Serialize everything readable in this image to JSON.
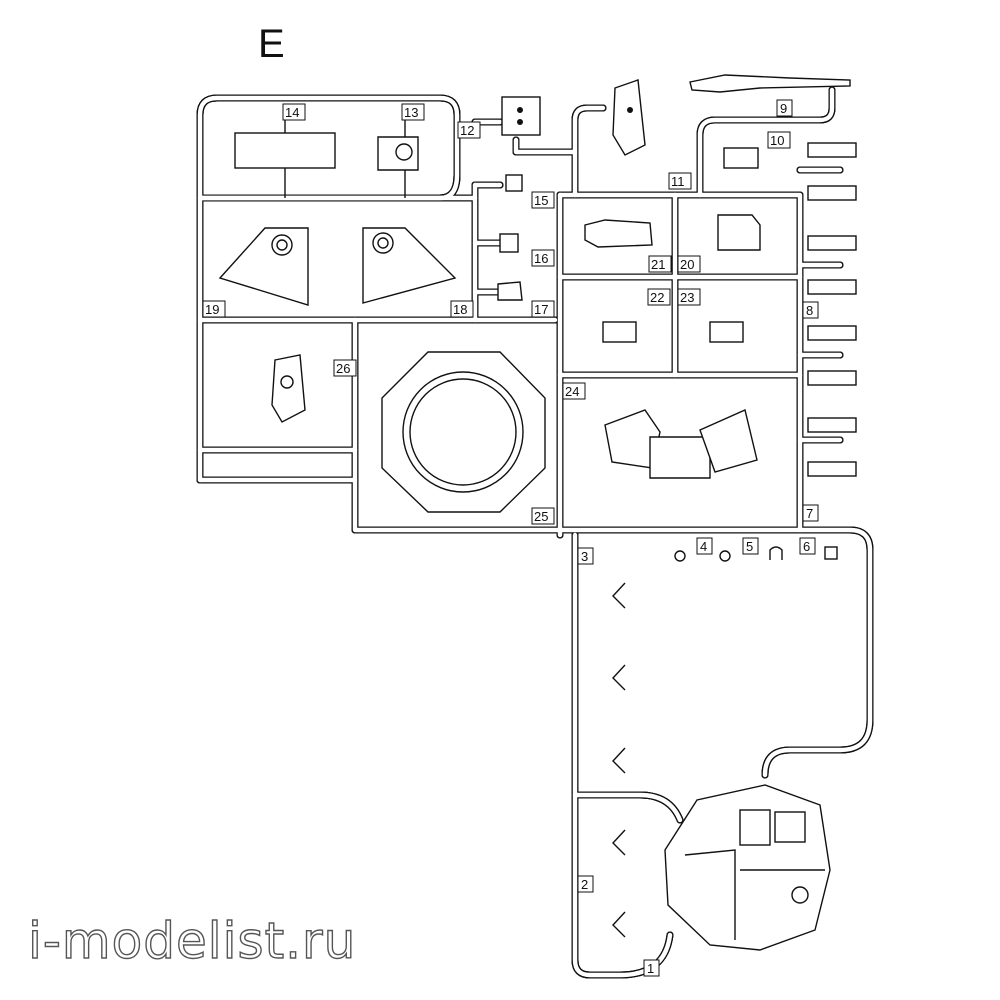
{
  "sprue_letter": "E",
  "part_numbers": [
    "1",
    "2",
    "3",
    "4",
    "5",
    "6",
    "7",
    "8",
    "9",
    "10",
    "11",
    "12",
    "13",
    "14",
    "15",
    "16",
    "17",
    "18",
    "19",
    "20",
    "21",
    "22",
    "23",
    "24",
    "25",
    "26"
  ],
  "watermark": "i-modelist.ru"
}
